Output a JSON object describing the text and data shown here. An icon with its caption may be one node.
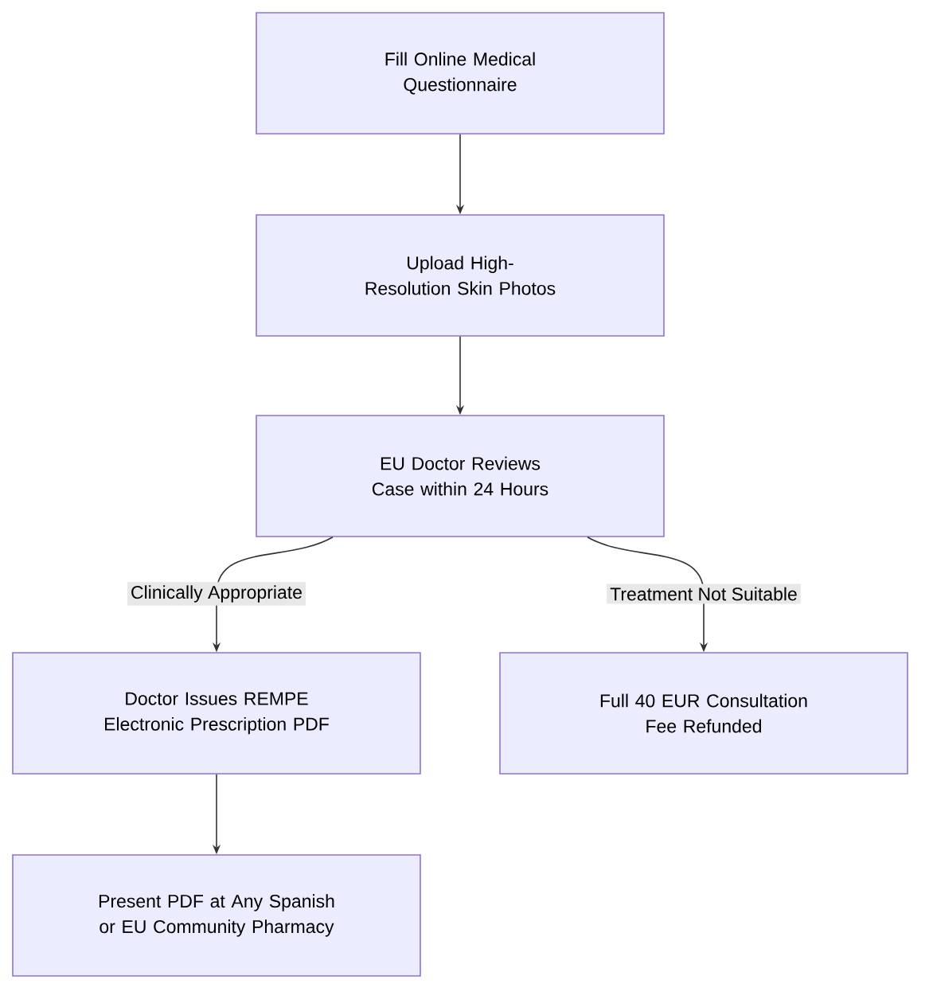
{
  "diagram": {
    "nodes": [
      {
        "text": [
          "Fill Online Medical Questionnaire"
        ]
      },
      {
        "text": [
          "Upload High-Resolution Skin Photos"
        ]
      },
      {
        "text": [
          "EU Doctor Reviews Case within 24 Hours"
        ]
      },
      {
        "text": [
          "Doctor Issues REMPE Electronic Prescription PDF"
        ]
      },
      {
        "text": [
          "Full 40 EUR Consultation Fee Refunded"
        ]
      },
      {
        "text": [
          "Present PDF at Any Spanish or EU Community Pharmacy"
        ]
      }
    ],
    "edges": [
      {
        "from": 0,
        "to": 1,
        "arrow": "to"
      },
      {
        "from": 1,
        "to": 2,
        "arrow": "to"
      },
      {
        "from": 2,
        "to": 3,
        "arrow": "to",
        "label": "Clinically Appropriate"
      },
      {
        "from": 2,
        "to": 4,
        "arrow": "to",
        "label": "Treatment Not Suitable"
      },
      {
        "from": 3,
        "to": 5,
        "arrow": "to"
      }
    ]
  }
}
